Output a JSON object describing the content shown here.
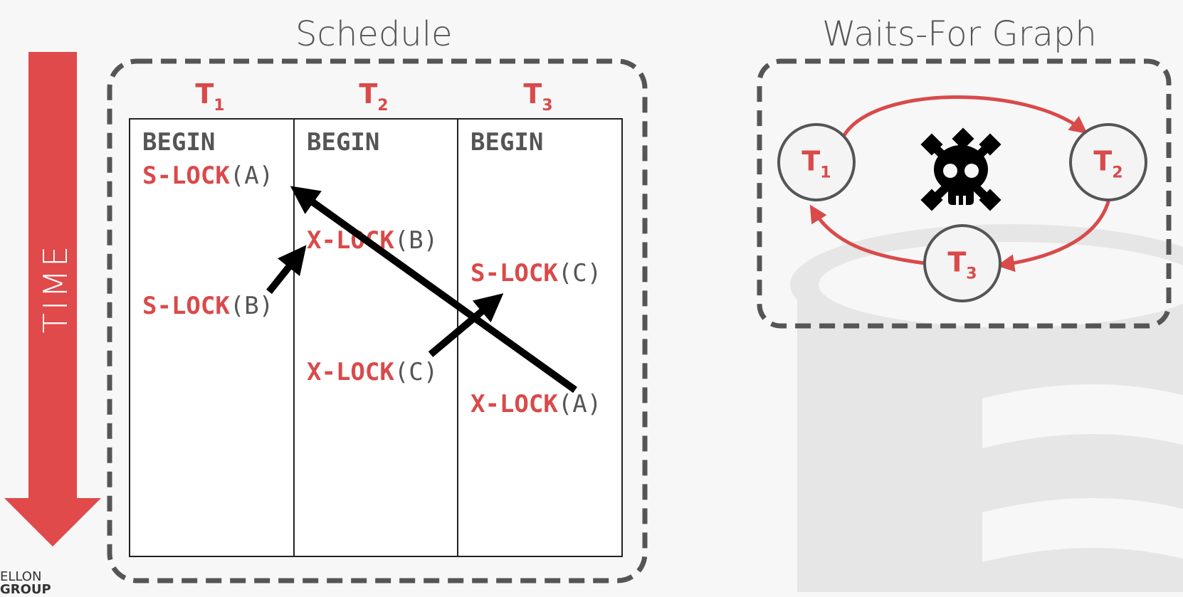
{
  "titles": {
    "schedule": "Schedule",
    "graph": "Waits-For Graph"
  },
  "time_label": "TIME",
  "transactions": [
    {
      "letter": "T",
      "sub": "1"
    },
    {
      "letter": "T",
      "sub": "2"
    },
    {
      "letter": "T",
      "sub": "3"
    }
  ],
  "schedule": {
    "t1": {
      "begin": "BEGIN",
      "op1": {
        "lock": "S-LOCK",
        "arg": "(A)"
      },
      "op2": {
        "lock": "S-LOCK",
        "arg": "(B)"
      }
    },
    "t2": {
      "begin": "BEGIN",
      "op1": {
        "lock": "X-LOCK",
        "arg": "(B)"
      },
      "op2": {
        "lock": "X-LOCK",
        "arg": "(C)"
      }
    },
    "t3": {
      "begin": "BEGIN",
      "op1": {
        "lock": "S-LOCK",
        "arg": "(C)"
      },
      "op2": {
        "lock": "X-LOCK",
        "arg": "(A)"
      }
    }
  },
  "graph": {
    "nodes": [
      {
        "letter": "T",
        "sub": "1"
      },
      {
        "letter": "T",
        "sub": "2"
      },
      {
        "letter": "T",
        "sub": "3"
      }
    ],
    "deadlock_icon": "skull-crossbones-icon"
  },
  "footer": {
    "line1": "ELLON",
    "line2": "GROUP"
  },
  "colors": {
    "accent": "#d94a4a",
    "text": "#555555",
    "arrow": "#000000",
    "border": "#555555"
  }
}
